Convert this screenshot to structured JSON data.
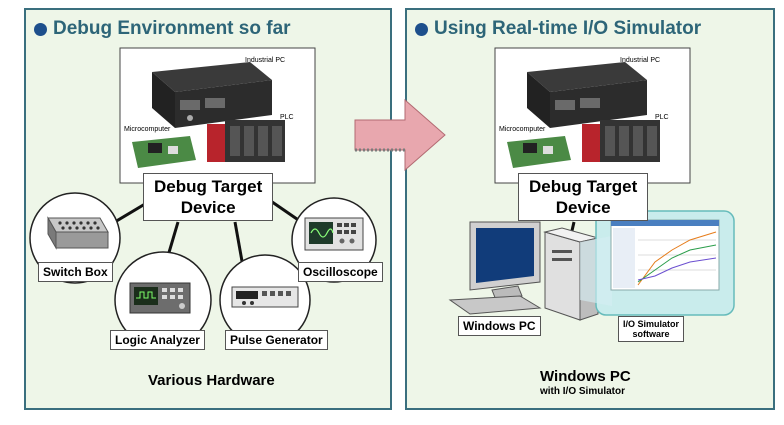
{
  "left": {
    "title": "Debug Environment so far",
    "target": {
      "line1": "Debug Target",
      "line2": "Device"
    },
    "device_labels": {
      "industrial_pc": "Industrial PC",
      "plc": "PLC",
      "microcomputer": "Microcomputer"
    },
    "hardware": {
      "switch_box": "Switch Box",
      "logic_analyzer": "Logic Analyzer",
      "pulse_generator": "Pulse Generator",
      "oscilloscope": "Oscilloscope"
    },
    "footer": "Various Hardware"
  },
  "right": {
    "title": "Using Real-time I/O Simulator",
    "target": {
      "line1": "Debug Target",
      "line2": "Device"
    },
    "device_labels": {
      "industrial_pc": "Industrial PC",
      "plc": "PLC",
      "microcomputer": "Microcomputer"
    },
    "windows_pc_label": "Windows PC",
    "software_label": {
      "line1": "I/O Simulator",
      "line2": "software"
    },
    "footer": "Windows PC",
    "sub_footer": "with I/O Simulator"
  },
  "colors": {
    "panel_bg": "#eef6e8",
    "panel_border": "#3a6f7e",
    "title": "#2d6578",
    "arrow": "#e8a7ae"
  }
}
